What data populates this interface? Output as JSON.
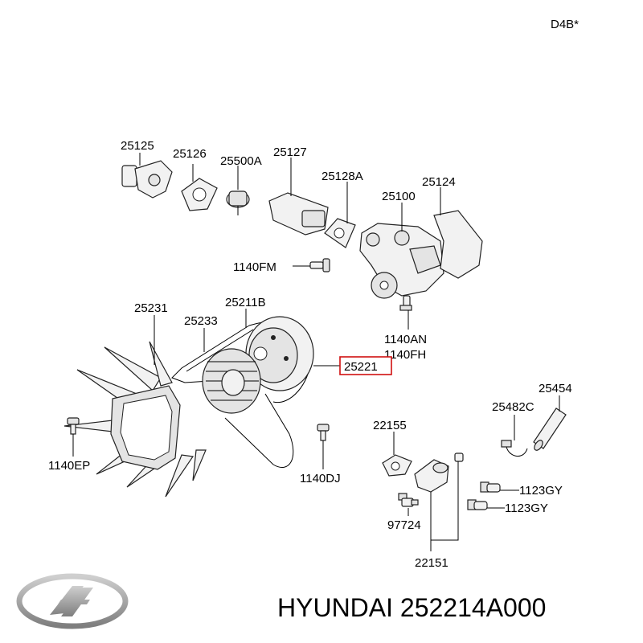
{
  "engine_code": "D4B*",
  "labels": {
    "l25125": "25125",
    "l25126": "25126",
    "l25500A": "25500A",
    "l25127": "25127",
    "l25128A": "25128A",
    "l25124": "25124",
    "l25100": "25100",
    "l1140FM": "1140FM",
    "l25231": "25231",
    "l25211B": "25211B",
    "l25233": "25233",
    "l1140AN": "1140AN",
    "l1140FH": "1140FH",
    "l25221": "25221",
    "l25454": "25454",
    "l25482C": "25482C",
    "l22155": "22155",
    "l1140EP": "1140EP",
    "l1140DJ": "1140DJ",
    "l1123GY_a": "1123GY",
    "l1123GY_b": "1123GY",
    "l97724": "97724",
    "l22151": "22151"
  },
  "highlighted_part": "25221",
  "brand": "HYUNDAI 252214A000",
  "colors": {
    "highlight": "#d01010",
    "logo": "#9a9a9a"
  },
  "icons": {
    "logo": "hyundai-logo-icon"
  }
}
